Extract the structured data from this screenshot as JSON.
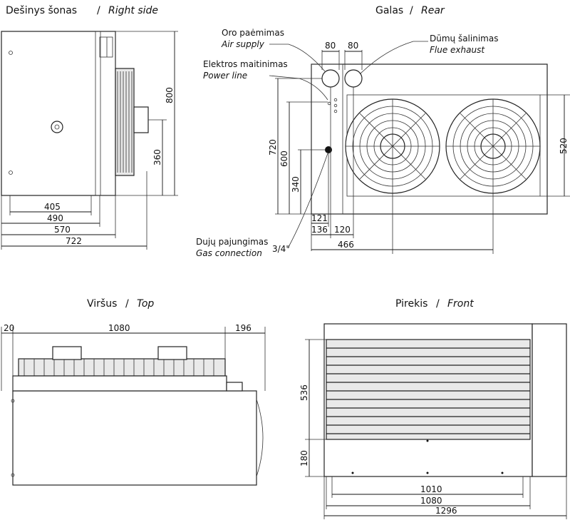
{
  "views": {
    "right": {
      "title_lt": "Dešinys šonas",
      "title_en": "Right side"
    },
    "rear": {
      "title_lt": "Galas",
      "title_en": "Rear"
    },
    "top": {
      "title_lt": "Viršus",
      "title_en": "Top"
    },
    "front": {
      "title_lt": "Pirekis",
      "title_en": "Front"
    }
  },
  "separator": "/",
  "callouts": {
    "air_lt": "Oro paėmimas",
    "air_en": "Air supply",
    "power_lt": "Elektros maitinimas",
    "power_en": "Power line",
    "flue_lt": "Dūmų šalinimas",
    "flue_en": "Flue exhaust",
    "gas_lt": "Dujų pajungimas",
    "gas_en": "Gas connection",
    "gas_size": "3/4\""
  },
  "dims": {
    "right": {
      "h800": "800",
      "h360": "360",
      "w405": "405",
      "w490": "490",
      "w570": "570",
      "w722": "722"
    },
    "rear": {
      "d80a": "80",
      "d80b": "80",
      "h720": "720",
      "h600": "600",
      "h340": "340",
      "h520": "520",
      "w121": "121",
      "w136": "136",
      "w120": "120",
      "w466": "466"
    },
    "top": {
      "d20": "20",
      "d1080": "1080",
      "d196": "196"
    },
    "front": {
      "h536": "536",
      "h180": "180",
      "w1010": "1010",
      "w1080": "1080",
      "w1296": "1296"
    }
  }
}
